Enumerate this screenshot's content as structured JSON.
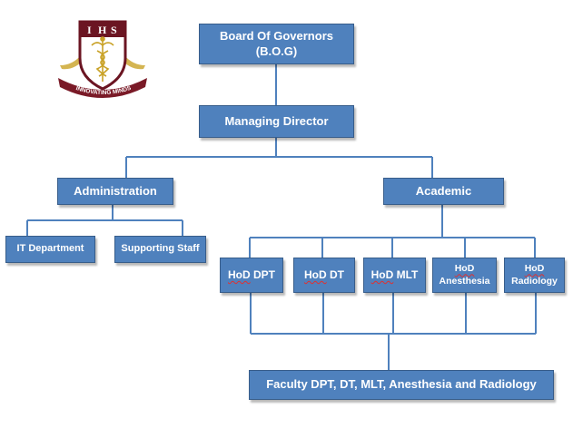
{
  "logo": {
    "letters": [
      "I",
      "H",
      "S"
    ],
    "ribbon_text": "INNOVATING MINDS",
    "colors": {
      "shield": "#6b1522",
      "gold": "#c9a227",
      "ribbon": "#7a1a27"
    }
  },
  "nodes": {
    "bog": {
      "line1": "Board Of Governors",
      "line2": "(B.O.G)"
    },
    "md": {
      "label": "Managing Director"
    },
    "admin": {
      "label": "Administration"
    },
    "academic": {
      "label": "Academic"
    },
    "it": {
      "label": "IT Department"
    },
    "staff": {
      "label": "Supporting Staff"
    },
    "dpt": {
      "hod": "HoD",
      "name": "DPT"
    },
    "dt": {
      "hod": "HoD",
      "name": "DT"
    },
    "mlt": {
      "hod": "HoD",
      "name": "MLT"
    },
    "anesthesia": {
      "hod": "HoD",
      "name": "Anesthesia"
    },
    "radiology": {
      "hod": "HoD",
      "name": "Radiology"
    },
    "faculty": {
      "label": "Faculty DPT, DT, MLT, Anesthesia and Radiology"
    }
  },
  "colors": {
    "box_fill": "#4f81bd",
    "box_border": "#385d8a",
    "connector": "#4f81bd",
    "text": "#ffffff"
  }
}
